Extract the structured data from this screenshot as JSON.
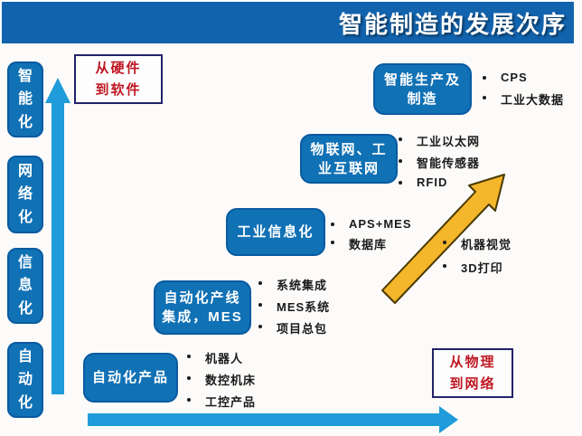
{
  "header": {
    "title": "智能制造的发展次序"
  },
  "left_rail": {
    "items": [
      {
        "label": "智能化"
      },
      {
        "label": "网络化"
      },
      {
        "label": "信息化"
      },
      {
        "label": "自动化"
      }
    ]
  },
  "stages": [
    {
      "label_lines": [
        "自动化产品"
      ],
      "bullets": [
        "机器人",
        "数控机床",
        "工控产品"
      ]
    },
    {
      "label_lines": [
        "自动化产线",
        "集成，MES"
      ],
      "bullets": [
        "系统集成",
        "MES系统",
        "项目总包"
      ]
    },
    {
      "label_lines": [
        "工业信息化"
      ],
      "bullets": [
        "APS+MES",
        "数据库"
      ]
    },
    {
      "label_lines": [
        "物联网、工",
        "业互联网"
      ],
      "bullets": [
        "工业以太网",
        "智能传感器",
        "RFID"
      ]
    },
    {
      "label_lines": [
        "智能生产及",
        "制造"
      ],
      "bullets": [
        "CPS",
        "工业大数据"
      ]
    }
  ],
  "floating_bullets": {
    "items": [
      "机器视觉",
      "3D打印"
    ]
  },
  "annotations": {
    "top_left": {
      "lines": [
        "从硬件",
        "到软件"
      ]
    },
    "bottom_right": {
      "lines": [
        "从物理",
        "到网络"
      ]
    }
  },
  "colors": {
    "header_bg": "#1263ad",
    "stage_box_fill": "#1171b5",
    "stage_box_border": "#0a5aa0",
    "arrow_blue": "#1f9cd9",
    "arrow_yellow_fill": "#f4b62a",
    "arrow_yellow_outline": "#4a3a00",
    "annotation_text": "#bf1722",
    "annotation_border": "#232368",
    "bullet_text": "#1b1b1b"
  }
}
